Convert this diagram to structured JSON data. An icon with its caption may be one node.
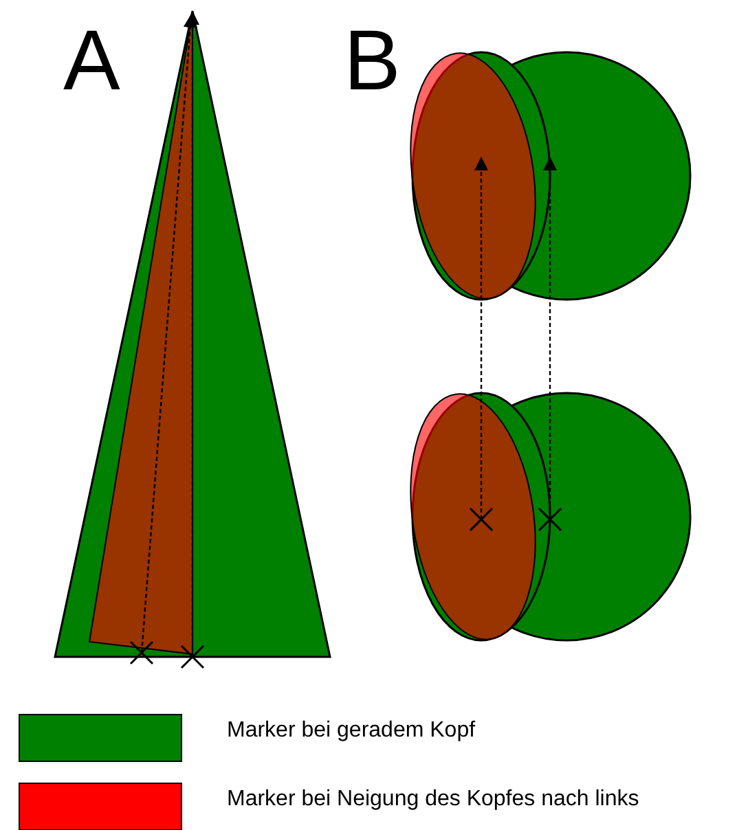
{
  "diagram": {
    "labels": [
      "A",
      "B"
    ],
    "legend": [
      {
        "text": "Marker bei geradem Kopf",
        "color": "#008000"
      },
      {
        "text": "Marker bei Neigung des Kopfes nach links",
        "color": "#ff0000"
      }
    ]
  }
}
